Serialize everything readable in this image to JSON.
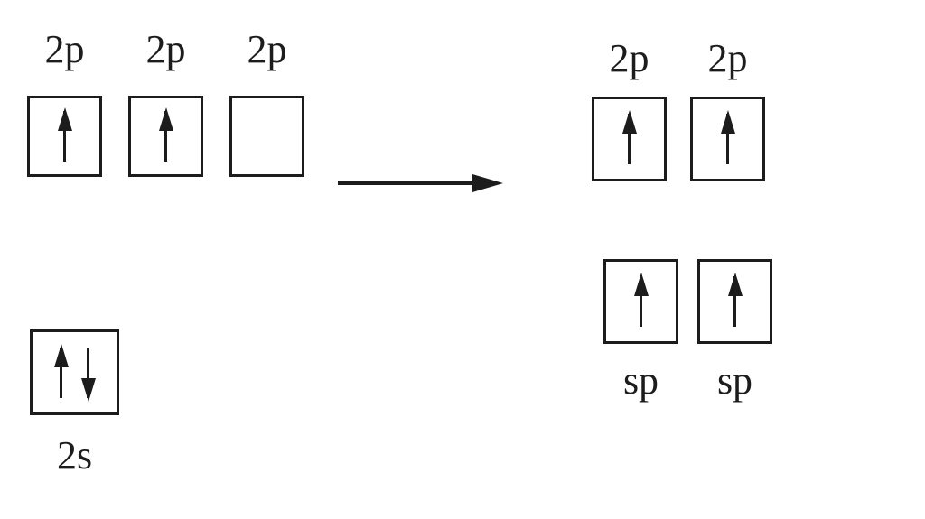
{
  "diagram": {
    "ground_state": {
      "p_orbitals": [
        {
          "label": "2p",
          "electrons": [
            "up"
          ]
        },
        {
          "label": "2p",
          "electrons": [
            "up"
          ]
        },
        {
          "label": "2p",
          "electrons": []
        }
      ],
      "s_orbital": {
        "label": "2s",
        "electrons": [
          "up",
          "down"
        ]
      }
    },
    "hybridized_state": {
      "p_orbitals": [
        {
          "label": "2p",
          "electrons": [
            "up"
          ]
        },
        {
          "label": "2p",
          "electrons": [
            "up"
          ]
        }
      ],
      "sp_orbitals": [
        {
          "label": "sp",
          "electrons": [
            "up"
          ]
        },
        {
          "label": "sp",
          "electrons": [
            "up"
          ]
        }
      ]
    },
    "colors": {
      "ink": "#1c1c1c",
      "background": "#ffffff"
    }
  }
}
